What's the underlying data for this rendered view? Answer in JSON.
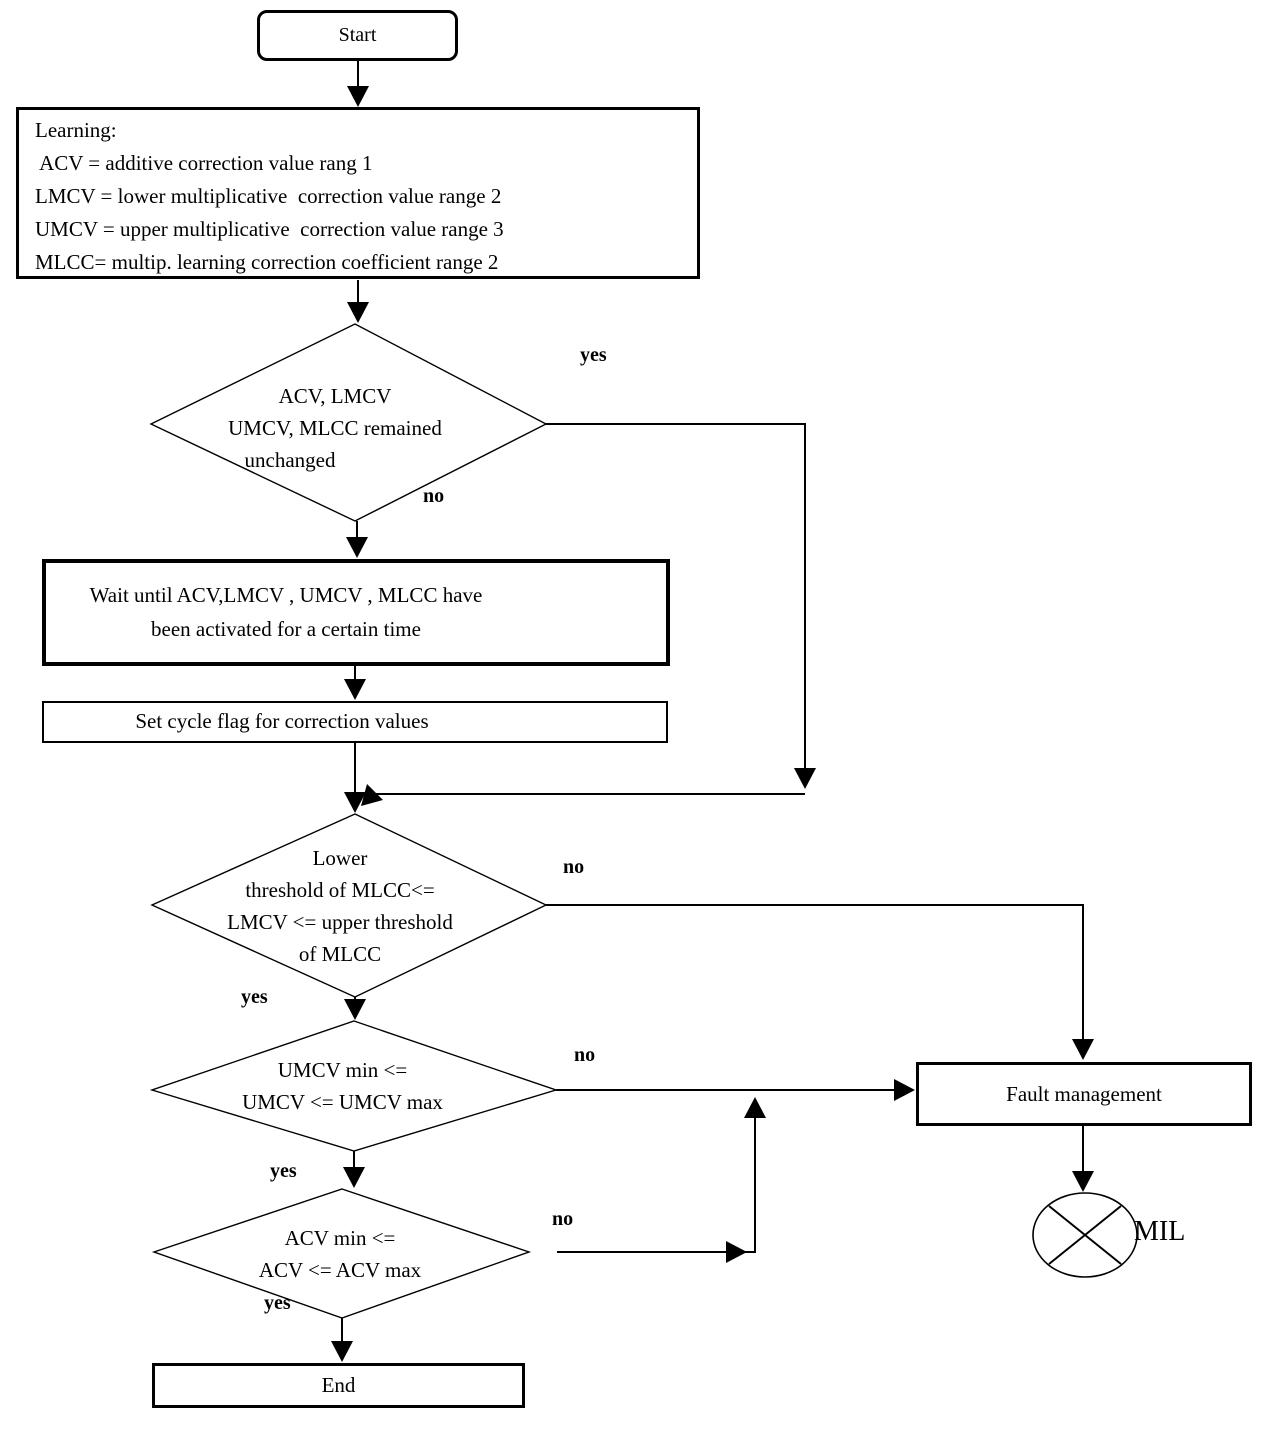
{
  "nodes": {
    "start": {
      "label": "Start"
    },
    "learning": {
      "lines": [
        "Learning:",
        " ACV = additive correction value rang 1",
        "LMCV = lower multiplicative  correction value range 2",
        "UMCV = upper multiplicative  correction value range 3",
        "MLCC= multip. learning correction coefficient range 2"
      ]
    },
    "decision_unchanged": {
      "lines": [
        "ACV, LMCV",
        "UMCV, MLCC remained",
        "unchanged"
      ]
    },
    "wait": {
      "lines": [
        "Wait until ACV,LMCV , UMCV , MLCC have",
        "been activated for a certain time"
      ]
    },
    "set_cycle_flag": {
      "label": "Set cycle flag for correction values"
    },
    "decision_mlcc": {
      "lines": [
        "Lower",
        "threshold of MLCC<=",
        "LMCV <= upper threshold",
        "of MLCC"
      ]
    },
    "decision_umcv": {
      "lines": [
        "UMCV min <=",
        "UMCV <= UMCV max"
      ]
    },
    "decision_acv": {
      "lines": [
        "ACV min <=",
        "ACV <= ACV max"
      ]
    },
    "end": {
      "label": "End"
    },
    "fault_management": {
      "label": "Fault management"
    },
    "mil": {
      "label": "MIL"
    }
  },
  "edges": [
    {
      "from": "start",
      "to": "learning",
      "label": ""
    },
    {
      "from": "learning",
      "to": "decision_unchanged",
      "label": ""
    },
    {
      "from": "decision_unchanged",
      "to": "decision_mlcc",
      "label": "yes"
    },
    {
      "from": "decision_unchanged",
      "to": "wait",
      "label": "no"
    },
    {
      "from": "wait",
      "to": "set_cycle_flag",
      "label": ""
    },
    {
      "from": "set_cycle_flag",
      "to": "decision_mlcc",
      "label": ""
    },
    {
      "from": "decision_mlcc",
      "to": "fault_management",
      "label": "no"
    },
    {
      "from": "decision_mlcc",
      "to": "decision_umcv",
      "label": "yes"
    },
    {
      "from": "decision_umcv",
      "to": "fault_management",
      "label": "no"
    },
    {
      "from": "decision_umcv",
      "to": "decision_acv",
      "label": "yes"
    },
    {
      "from": "decision_acv",
      "to": "fault_management",
      "label": "no"
    },
    {
      "from": "decision_acv",
      "to": "end",
      "label": "yes"
    },
    {
      "from": "fault_management",
      "to": "mil",
      "label": ""
    }
  ],
  "colors": {
    "line": "#000000",
    "text": "#000000",
    "background": "#ffffff"
  }
}
